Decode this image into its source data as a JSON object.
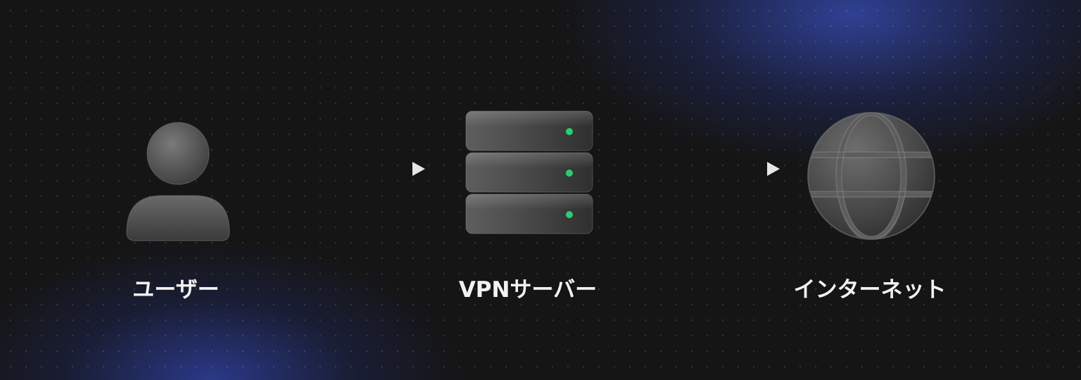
{
  "diagram": {
    "nodes": [
      {
        "id": "user",
        "label": "ユーザー",
        "icon": "user-icon"
      },
      {
        "id": "vpn",
        "label": "VPNサーバー",
        "icon": "server-icon"
      },
      {
        "id": "internet",
        "label": "インターネット",
        "icon": "globe-icon"
      }
    ],
    "edges": [
      {
        "from": "user",
        "to": "vpn"
      },
      {
        "from": "vpn",
        "to": "internet"
      }
    ],
    "colors": {
      "background": "#151515",
      "glow": "#2f44a8",
      "icon": "#5a5a5a",
      "led": "#2ecc71",
      "arrow": "#d8d8d8",
      "label": "#f2f2f2"
    }
  }
}
